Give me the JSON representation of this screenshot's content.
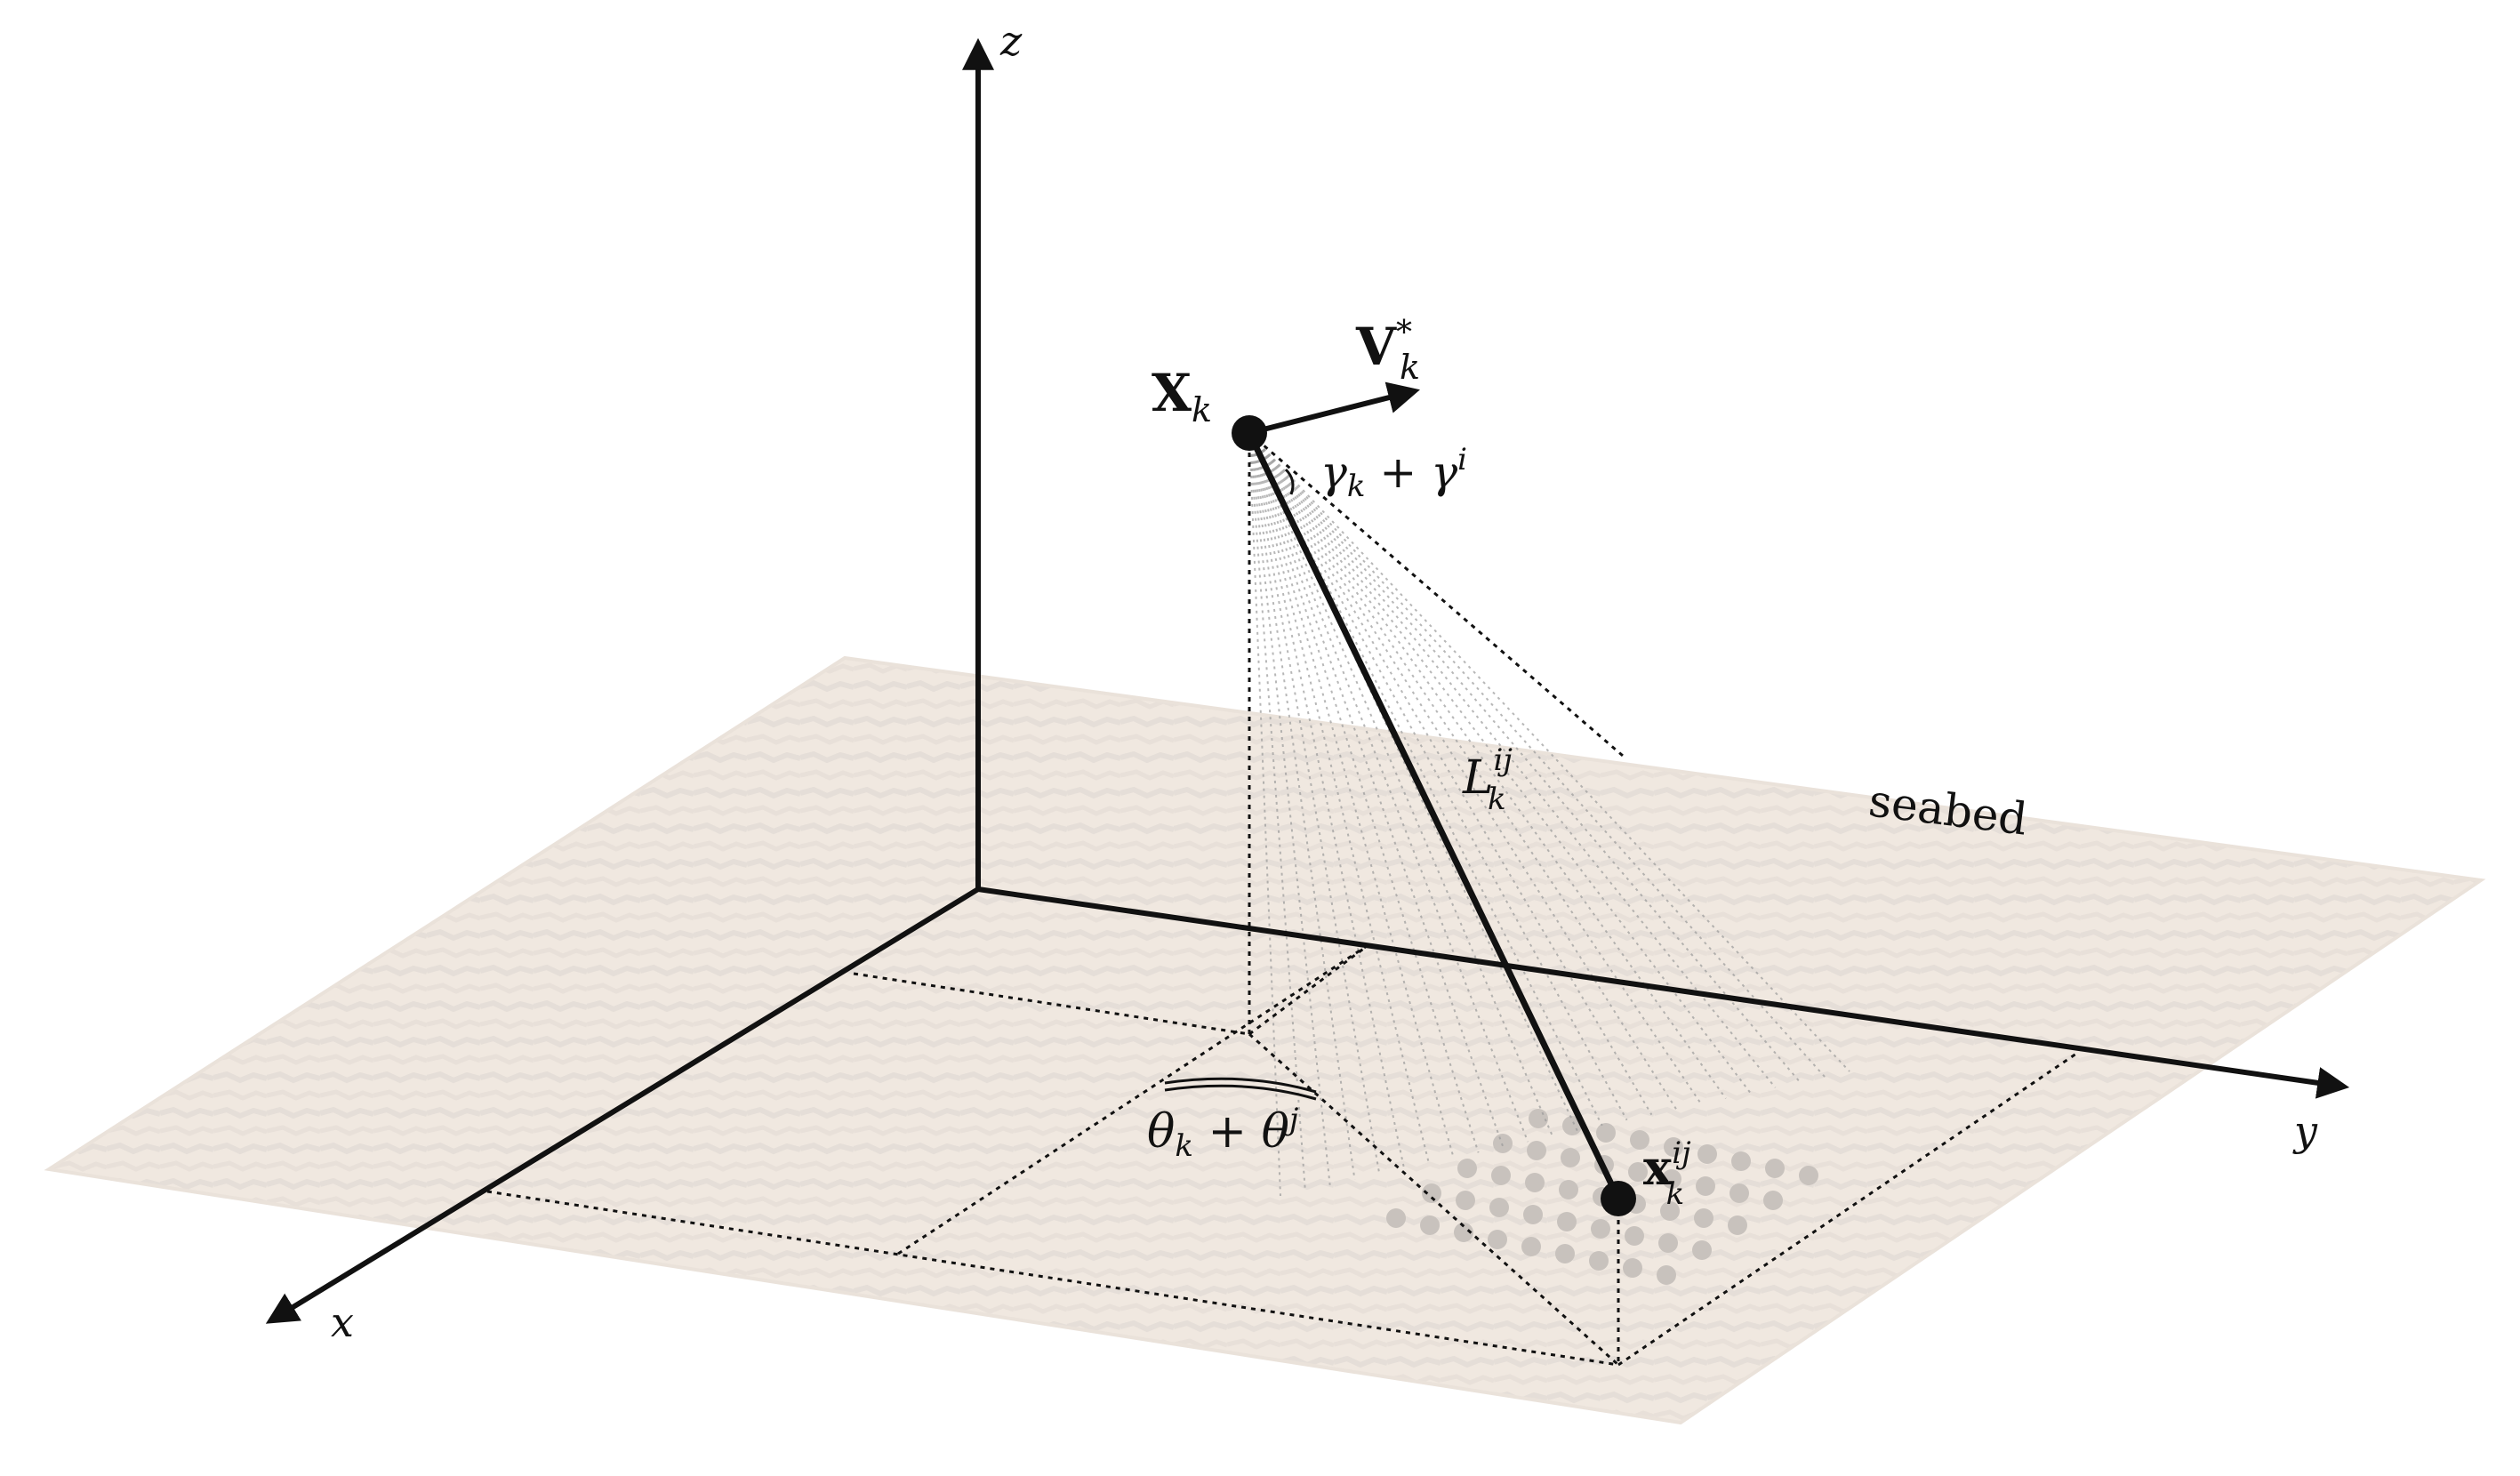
{
  "colors": {
    "ink": "#111111",
    "seabed_fill": "#efe6dd",
    "seabed_shade": "#e2dad3",
    "beam": "#9a9a9a",
    "footprint_dot": "#c8c2bd"
  },
  "labels": {
    "axis_z": "z",
    "axis_y": "y",
    "axis_x": "x",
    "seabed": "seabed",
    "X_main": "X",
    "X_sub": "k",
    "V_main": "V",
    "V_sup": "*",
    "V_sub": "k",
    "gamma_k": "γ",
    "gamma_k_sub": "k",
    "plus1": " + ",
    "gamma_i": "γ",
    "gamma_i_sup": "i",
    "L_main": "L",
    "L_sup": "ij",
    "L_sub": "k",
    "theta_k": "θ",
    "theta_k_sub": "k",
    "plus2": " + ",
    "theta_j": "θ",
    "theta_j_sup": "j",
    "x_main": "x",
    "x_sup": "ij",
    "x_sub": "k"
  }
}
